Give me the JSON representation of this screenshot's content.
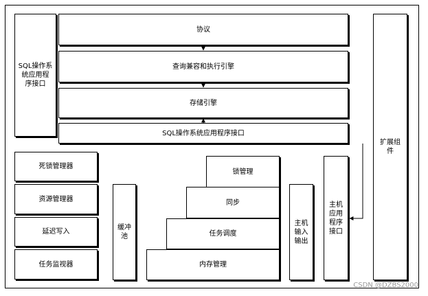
{
  "diagram": {
    "left_api": "SQL操作系\n统应用程\n序接口",
    "protocol": "协议",
    "query_engine": "查询兼容和执行引擎",
    "storage_engine": "存储引擎",
    "bottom_api": "SQL操作系统应用程序接口",
    "extension": "扩展组\n件",
    "deadlock_manager": "死锁管理器",
    "resource_manager": "资源管理器",
    "delayed_write": "延迟写入",
    "task_monitor": "任务监视器",
    "buffer_pool": "缓冲\n池",
    "lock_manager": "锁管理",
    "sync": "同步",
    "task_scheduling": "任务调度",
    "memory_management": "内存管理",
    "host_io": "主机\n输入\n输出",
    "host_api": "主机\n应用\n程序\n接口"
  },
  "watermark": "CSDN @DZBS2000"
}
